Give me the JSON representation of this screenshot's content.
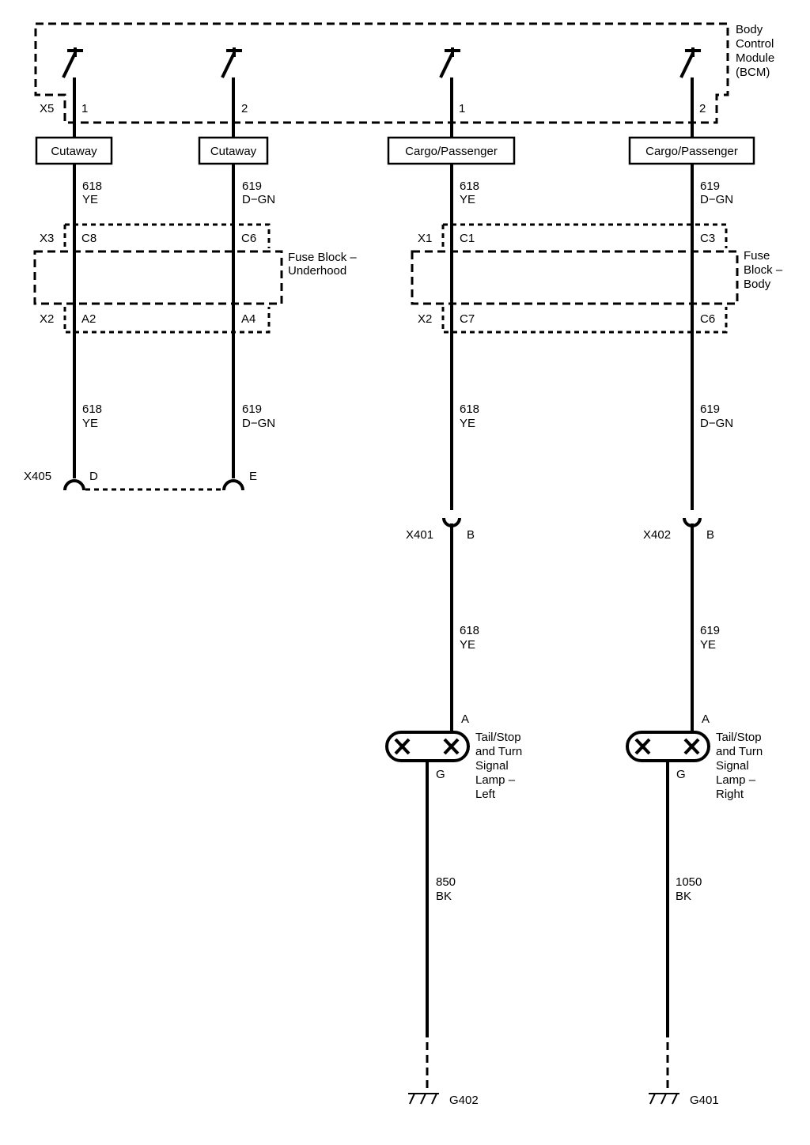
{
  "bcm": {
    "label_lines": [
      "Body",
      "Control",
      "Module",
      "(BCM)"
    ]
  },
  "top_connector": {
    "name": "X5",
    "pins": [
      "1",
      "2",
      "1",
      "2"
    ]
  },
  "config_labels": [
    "Cutaway",
    "Cutaway",
    "Cargo/Passenger",
    "Cargo/Passenger"
  ],
  "circuits_upper": [
    {
      "number": "618",
      "color": "YE"
    },
    {
      "number": "619",
      "color": "D−GN"
    },
    {
      "number": "618",
      "color": "YE"
    },
    {
      "number": "619",
      "color": "D−GN"
    }
  ],
  "fuse_block_underhood": {
    "label_lines": [
      "Fuse Block –",
      "Underhood"
    ],
    "upper_connector": "X3",
    "upper_pins": [
      "C8",
      "C6"
    ],
    "lower_connector": "X2",
    "lower_pins": [
      "A2",
      "A4"
    ]
  },
  "fuse_block_body": {
    "label_lines": [
      "Fuse",
      "Block –",
      "Body"
    ],
    "upper_connector": "X1",
    "upper_pins": [
      "C1",
      "C3"
    ],
    "lower_connector": "X2",
    "lower_pins": [
      "C7",
      "C6"
    ]
  },
  "circuits_middle": [
    {
      "number": "618",
      "color": "YE"
    },
    {
      "number": "619",
      "color": "D−GN"
    },
    {
      "number": "618",
      "color": "YE"
    },
    {
      "number": "619",
      "color": "D−GN"
    }
  ],
  "x405": {
    "name": "X405",
    "pins": [
      "D",
      "E"
    ]
  },
  "x401": {
    "name": "X401",
    "pin": "B"
  },
  "x402": {
    "name": "X402",
    "pin": "B"
  },
  "circuits_lower": [
    {
      "number": "618",
      "color": "YE"
    },
    {
      "number": "619",
      "color": "YE"
    }
  ],
  "lamp_left": {
    "pin_in": "A",
    "pin_out": "G",
    "label_lines": [
      "Tail/Stop",
      "and Turn",
      "Signal",
      "Lamp –",
      "Left"
    ]
  },
  "lamp_right": {
    "pin_in": "A",
    "pin_out": "G",
    "label_lines": [
      "Tail/Stop",
      "and Turn",
      "Signal",
      "Lamp –",
      "Right"
    ]
  },
  "ground_circuits": [
    {
      "number": "850",
      "color": "BK"
    },
    {
      "number": "1050",
      "color": "BK"
    }
  ],
  "grounds": [
    "G402",
    "G401"
  ]
}
